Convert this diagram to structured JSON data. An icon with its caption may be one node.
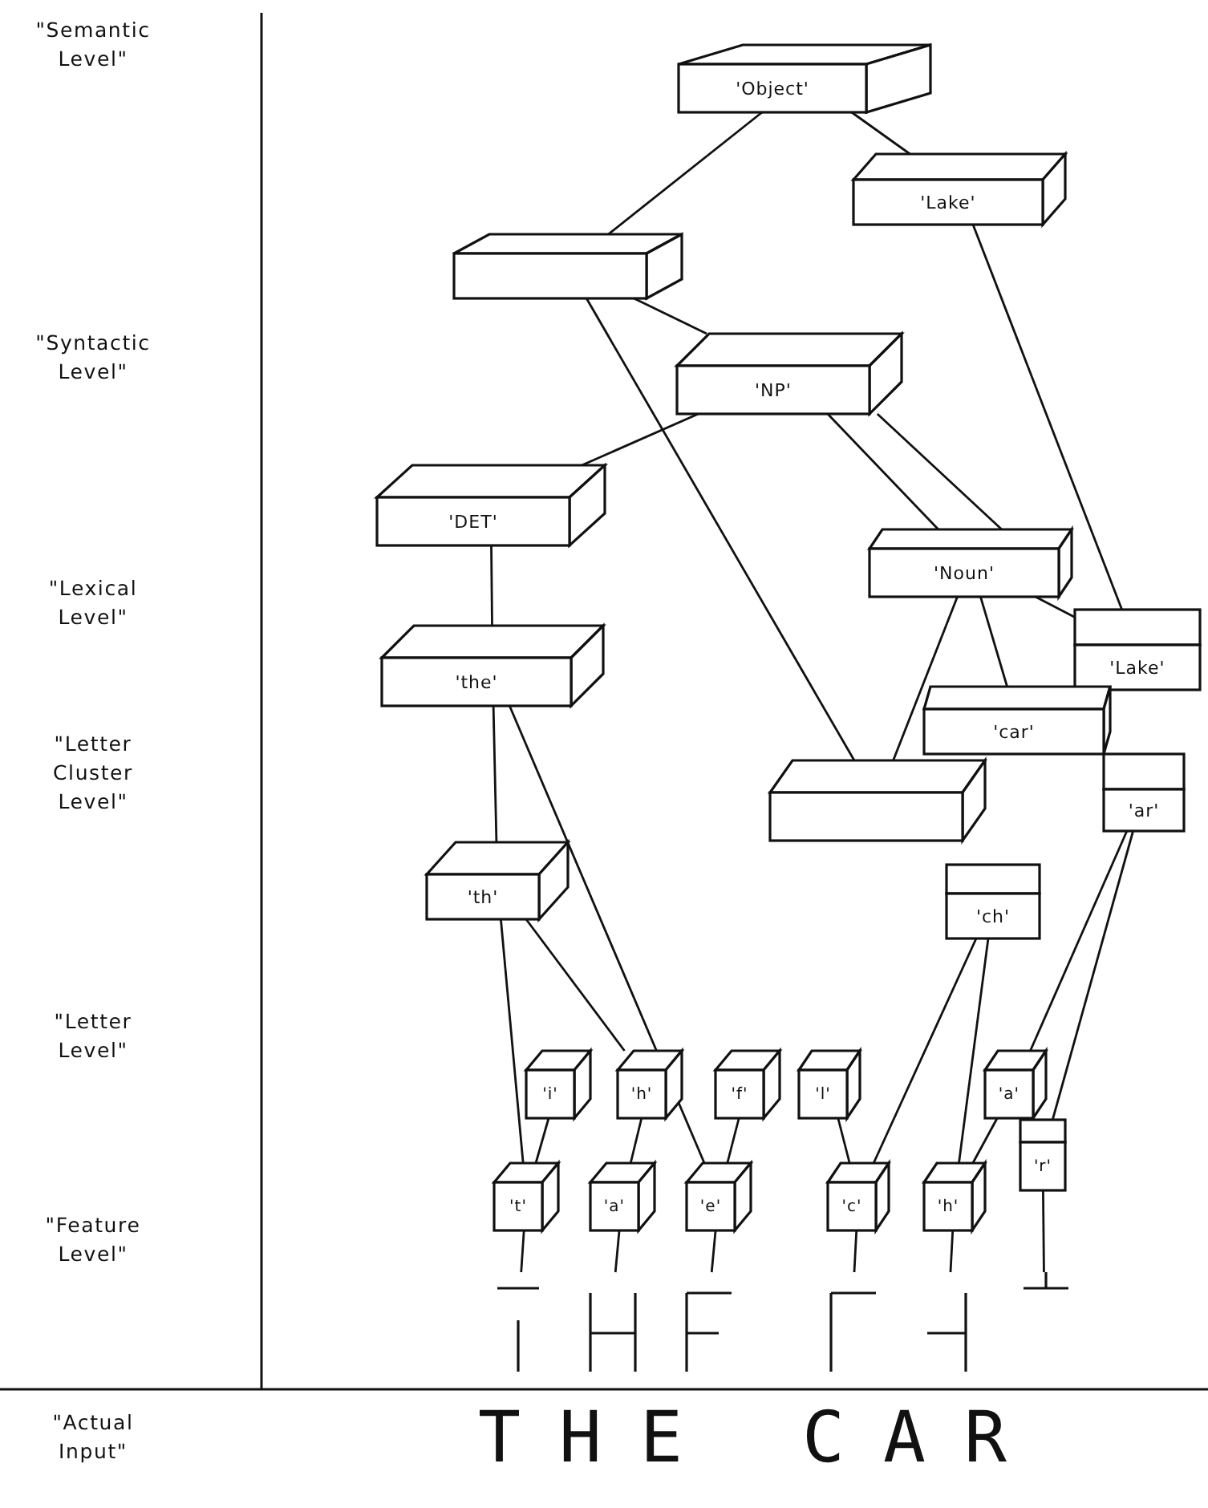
{
  "diagram": {
    "nodes": [
      {
        "text": [
          "'Object'"
        ]
      },
      {
        "text": [
          "'Lake'"
        ]
      },
      {
        "text": [],
        "shape": "box"
      },
      {
        "text": [
          "'NP'"
        ]
      },
      {
        "text": [
          "'DET'"
        ]
      },
      {
        "text": [
          "'Noun'"
        ]
      },
      {
        "text": [
          "'Lake'"
        ]
      },
      {
        "text": [
          "'the'"
        ]
      },
      {
        "text": [
          "'car'"
        ]
      },
      {
        "text": [],
        "shape": "box"
      },
      {
        "text": [
          "'ar'"
        ]
      },
      {
        "text": [
          "'th'"
        ]
      },
      {
        "text": [
          "'ch'"
        ]
      },
      {
        "text": [
          "'i'"
        ]
      },
      {
        "text": [
          "'h'"
        ]
      },
      {
        "text": [
          "'f'"
        ]
      },
      {
        "text": [
          "'l'"
        ]
      },
      {
        "text": [
          "'a'"
        ]
      },
      {
        "text": [
          "'t'"
        ]
      },
      {
        "text": [
          "'a'"
        ]
      },
      {
        "text": [
          "'e'"
        ]
      },
      {
        "text": [
          "'c'"
        ]
      },
      {
        "text": [
          "'h'"
        ]
      },
      {
        "text": [
          "'r'"
        ]
      },
      {
        "text": [],
        "shape": "line"
      },
      {
        "text": [],
        "shape": "line"
      },
      {
        "text": [],
        "shape": "line"
      },
      {
        "text": [],
        "shape": "line"
      },
      {
        "text": [],
        "shape": "line"
      },
      {
        "text": [],
        "shape": "line"
      }
    ],
    "edges": [
      {
        "from": 0,
        "to": 2,
        "arrow": "none"
      },
      {
        "from": 0,
        "to": 1,
        "arrow": "none"
      },
      {
        "from": 2,
        "to": 3,
        "arrow": "none"
      },
      {
        "from": 2,
        "to": 9,
        "arrow": "none"
      },
      {
        "from": 1,
        "to": 6,
        "arrow": "none"
      },
      {
        "from": 3,
        "to": 4,
        "arrow": "none"
      },
      {
        "from": 3,
        "to": 5,
        "arrow": "none"
      },
      {
        "from": 3,
        "to": 5,
        "arrow": "none"
      },
      {
        "from": 5,
        "to": 9,
        "arrow": "none"
      },
      {
        "from": 5,
        "to": 8,
        "arrow": "none"
      },
      {
        "from": 5,
        "to": 6,
        "arrow": "none"
      },
      {
        "from": 4,
        "to": 7,
        "arrow": "none"
      },
      {
        "from": 7,
        "to": 11,
        "arrow": "none"
      },
      {
        "from": 7,
        "to": 20,
        "arrow": "none"
      },
      {
        "from": 11,
        "to": 18,
        "arrow": "none"
      },
      {
        "from": 11,
        "to": 14,
        "arrow": "none"
      },
      {
        "from": 12,
        "to": 21,
        "arrow": "none"
      },
      {
        "from": 12,
        "to": 22,
        "arrow": "none"
      },
      {
        "from": 10,
        "to": 17,
        "arrow": "none"
      },
      {
        "from": 10,
        "to": 23,
        "arrow": "none"
      },
      {
        "from": 13,
        "to": 18,
        "arrow": "none"
      },
      {
        "from": 14,
        "to": 19,
        "arrow": "none"
      },
      {
        "from": 15,
        "to": 20,
        "arrow": "none"
      },
      {
        "from": 16,
        "to": 21,
        "arrow": "none"
      },
      {
        "from": 17,
        "to": 22,
        "arrow": "none"
      },
      {
        "from": 18,
        "to": 24,
        "arrow": "none"
      },
      {
        "from": 19,
        "to": 25,
        "arrow": "none"
      },
      {
        "from": 20,
        "to": 26,
        "arrow": "none"
      },
      {
        "from": 21,
        "to": 27,
        "arrow": "none"
      },
      {
        "from": 22,
        "to": 28,
        "arrow": "none"
      },
      {
        "from": 23,
        "to": 29,
        "arrow": "none"
      }
    ],
    "labels": [
      "\"Semantic Level\"",
      "\"Syntactic Level\"",
      "\"Lexical Level\"",
      "\"Letter Cluster Level\"",
      "\"Letter Level\"",
      "\"Feature Level\"",
      "\"Actual Input\"",
      "THE CAR"
    ]
  }
}
